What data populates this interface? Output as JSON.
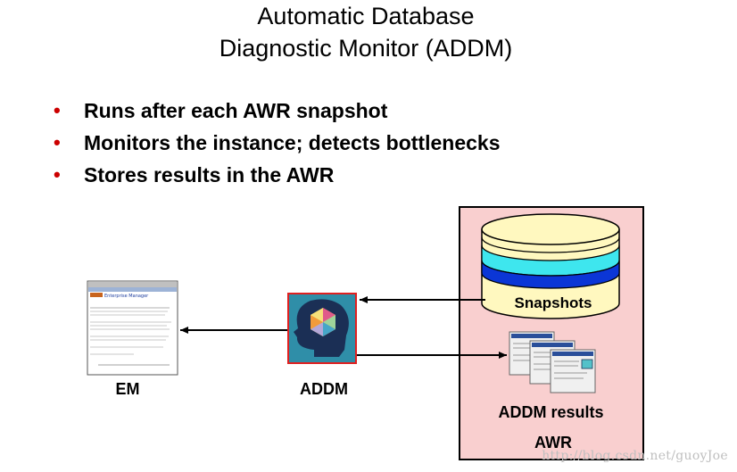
{
  "title": {
    "line1": "Automatic Database",
    "line2": "Diagnostic Monitor (ADDM)"
  },
  "bullets": [
    "Runs after each AWR snapshot",
    "Monitors the instance; detects bottlenecks",
    "Stores results in the AWR"
  ],
  "bullet_marker": "•",
  "diagram": {
    "em_label": "EM",
    "addm_label": "ADDM",
    "snapshots_label": "Snapshots",
    "addm_results_label": "ADDM results",
    "awr_label": "AWR",
    "em_screen_header": "Enterprise Manager"
  },
  "watermark": "http://blog.csdn.net/guoyJoe",
  "colors": {
    "bullet_marker": "#cc0000",
    "awr_box_fill": "#f9cfcf",
    "addm_border": "#e02020",
    "addm_fill": "#2f8ea8",
    "cylinder_cream": "#fff8bf",
    "cylinder_cyan": "#3ee6ee",
    "cylinder_blue": "#0b36d6"
  }
}
